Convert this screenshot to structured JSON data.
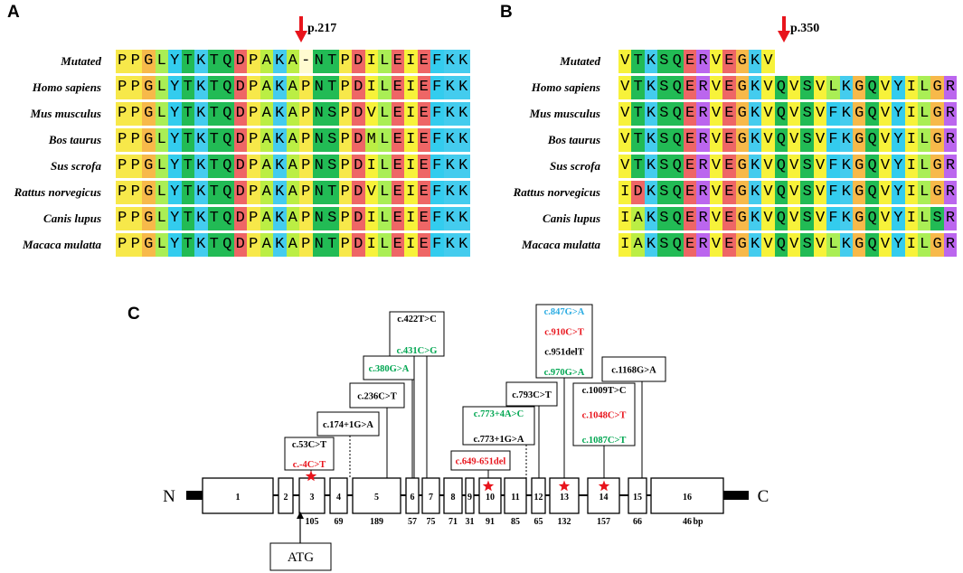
{
  "panels": {
    "a": "A",
    "b": "B",
    "c": "C"
  },
  "alignment_a": {
    "position_label": "p.217",
    "rows": [
      {
        "species": "Mutated",
        "seq": "PPGLYTKTQDPAKA-NTPDILEIEFKK"
      },
      {
        "species": "Homo sapiens",
        "seq": "PPGLYTKTQDPAKAPNTPDILEIEFKK"
      },
      {
        "species": "Mus musculus",
        "seq": "PPGLYTKTQDPAKAPNSPDVLEIEFKK"
      },
      {
        "species": "Bos taurus",
        "seq": "PPGLYTKTQDPAKAPNSPDMLEIEFKK"
      },
      {
        "species": "Sus scrofa",
        "seq": "PPGLYTKTQDPAKAPNSPDILEIEFKK"
      },
      {
        "species": "Rattus norvegicus",
        "seq": "PPGLYTKTQDPAKAPNTPDVLEIEFKK"
      },
      {
        "species": "Canis lupus",
        "seq": "PPGLYTKTQDPAKAPNSPDILEIEFKK"
      },
      {
        "species": "Macaca mulatta",
        "seq": "PPGLYTKTQDPAKAPNTPDILEIEFKK"
      }
    ]
  },
  "alignment_b": {
    "position_label": "p.350",
    "rows": [
      {
        "species": "Mutated",
        "seq": "VTKSQERVEGKV"
      },
      {
        "species": "Homo sapiens",
        "seq": "VTKSQERVEGKVQVSVLKGQVYILGR"
      },
      {
        "species": "Mus musculus",
        "seq": "VTKSQERVEGKVQVSVFKGQVYILGR"
      },
      {
        "species": "Bos taurus",
        "seq": "VTKSQERVEGKVQVSVFKGQVYILGR"
      },
      {
        "species": "Sus scrofa",
        "seq": "VTKSQERVEGKVQVSVFKGQVYILGR"
      },
      {
        "species": "Rattus norvegicus",
        "seq": "IDKSQERVEGKVQVSVFKGQVYILGR"
      },
      {
        "species": "Canis lupus",
        "seq": "IAKSQERVEGKVQVSVFKGQVYILSR"
      },
      {
        "species": "Macaca mulatta",
        "seq": "IAKSQERVEGKVQVSVLKGQVYILGR"
      }
    ]
  },
  "residue_colors": {
    "P": "#f7e84a",
    "G": "#f7b94a",
    "L": "#aaee55",
    "Y": "#33ccee",
    "T": "#22bb55",
    "K": "#44ccee",
    "Q": "#22bb55",
    "D": "#ee6666",
    "A": "#bbee44",
    "N": "#22bb55",
    "I": "#f7f23a",
    "E": "#ee6666",
    "F": "#33ccee",
    "V": "#f7f23a",
    "S": "#22bb55",
    "M": "#bbee44",
    "R": "#bb66ee",
    "-": "#ffffff"
  },
  "residue_overrides": {
    "a": [
      {
        "row": 0,
        "col": 14,
        "color": "#fffbd0"
      }
    ],
    "b": [
      {
        "row": 1,
        "col": 0,
        "color": "#f7f23a"
      },
      {
        "row": 5,
        "col": 0,
        "color": "#f7f23a"
      }
    ]
  },
  "gene": {
    "n_label": "N",
    "c_label": "C",
    "atg_label": "ATG",
    "bp_unit": "bp",
    "exons": [
      {
        "num": "1",
        "size": ""
      },
      {
        "num": "2",
        "size": ""
      },
      {
        "num": "3",
        "size": "105"
      },
      {
        "num": "4",
        "size": "69"
      },
      {
        "num": "5",
        "size": "189"
      },
      {
        "num": "6",
        "size": "57"
      },
      {
        "num": "7",
        "size": "75"
      },
      {
        "num": "8",
        "size": "71"
      },
      {
        "num": "9",
        "size": "31"
      },
      {
        "num": "10",
        "size": "91"
      },
      {
        "num": "11",
        "size": "85"
      },
      {
        "num": "12",
        "size": "65"
      },
      {
        "num": "13",
        "size": "132"
      },
      {
        "num": "14",
        "size": "157"
      },
      {
        "num": "15",
        "size": "66"
      },
      {
        "num": "16",
        "size": "46"
      }
    ],
    "variant_colors": {
      "black": "#000000",
      "red": "#e8141c",
      "green": "#00a651",
      "blue": "#29abe2"
    },
    "variants": [
      {
        "id": "v3",
        "lines": [
          {
            "text": "c.53C>T",
            "color": "black"
          },
          {
            "text": "c.-4C>T",
            "color": "red"
          }
        ]
      },
      {
        "id": "v174",
        "lines": [
          {
            "text": "c.174+1G>A",
            "color": "black"
          }
        ]
      },
      {
        "id": "v236",
        "lines": [
          {
            "text": "c.236C>T",
            "color": "black"
          }
        ]
      },
      {
        "id": "v380",
        "lines": [
          {
            "text": "c.380G>A",
            "color": "green"
          }
        ]
      },
      {
        "id": "v422",
        "lines": [
          {
            "text": "c.422T>C",
            "color": "black"
          },
          {
            "text": "c.431C>G",
            "color": "green"
          }
        ]
      },
      {
        "id": "v649",
        "lines": [
          {
            "text": "c.649-651del",
            "color": "red"
          }
        ]
      },
      {
        "id": "v773",
        "lines": [
          {
            "text": "c.773+4A>C",
            "color": "green"
          },
          {
            "text": "c.773+1G>A",
            "color": "black"
          }
        ]
      },
      {
        "id": "v793",
        "lines": [
          {
            "text": "c.793C>T",
            "color": "black"
          }
        ]
      },
      {
        "id": "v847",
        "lines": [
          {
            "text": "c.847G>A",
            "color": "blue"
          },
          {
            "text": "c.910C>T",
            "color": "red"
          },
          {
            "text": "c.951delT",
            "color": "black"
          },
          {
            "text": "c.970G>A",
            "color": "green"
          }
        ]
      },
      {
        "id": "v1009",
        "lines": [
          {
            "text": "c.1009T>C",
            "color": "black"
          },
          {
            "text": "c.1048C>T",
            "color": "red"
          },
          {
            "text": "c.1087C>T",
            "color": "green"
          }
        ]
      },
      {
        "id": "v1168",
        "lines": [
          {
            "text": "c.1168G>A",
            "color": "black"
          }
        ]
      }
    ],
    "star_exons": [
      "3",
      "10",
      "13",
      "14"
    ]
  }
}
